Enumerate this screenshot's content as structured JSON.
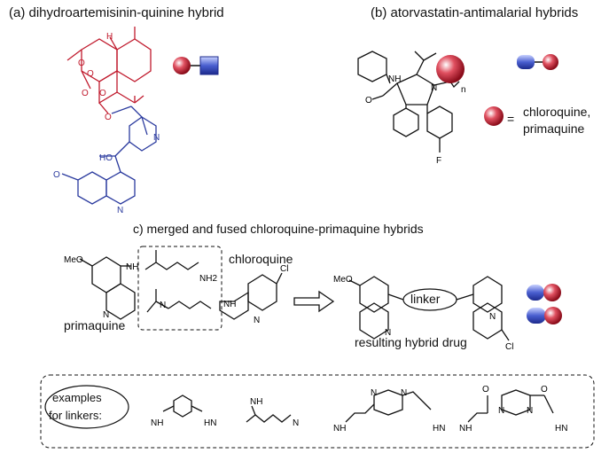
{
  "panels": {
    "a": {
      "title": "(a) dihydroartemisinin-quinine hybrid"
    },
    "b": {
      "title": "(b) atorvastatin-antimalarial hybrids",
      "legend_eq": "=",
      "legend_text_1": "chloroquine,",
      "legend_text_2": "primaquine"
    },
    "c": {
      "title": "c) merged and fused chloroquine-primaquine hybrids",
      "primaquine": "primaquine",
      "chloroquine": "chloroquine",
      "linker": "linker",
      "resulting": "resulting hybrid drug"
    }
  },
  "linkers_box": {
    "oval_line1": "examples",
    "oval_line2": "for  linkers:"
  },
  "atoms": {
    "HO": "HO",
    "NH": "NH",
    "HN": "HN",
    "NH2": "NH2",
    "Cl": "Cl",
    "F": "F",
    "MeO": "MeO",
    "O": "O",
    "N": "N",
    "H": "H",
    "n": "n"
  },
  "colors": {
    "red": "#c0192c",
    "blue": "#2a3a9e",
    "black": "#111111"
  }
}
